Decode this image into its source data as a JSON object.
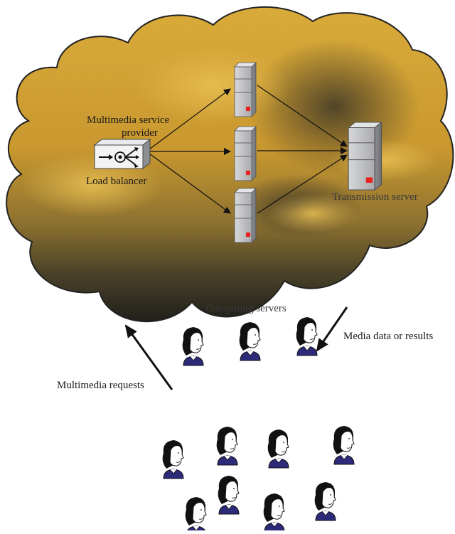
{
  "labels": {
    "provider_line1": "Multimedia service",
    "provider_line2": "provider",
    "load_balancer": "Load balancer",
    "transmission_server": "Transmission server",
    "computing_servers": "Computing servers",
    "media_data": "Media data or results",
    "multimedia_requests": "Multimedia requests"
  },
  "colors": {
    "cloud_light": "#d4a533",
    "cloud_dark": "#2b2a22",
    "server_body": "#b9babc",
    "server_led": "#e8201c",
    "user_shirt": "#2d2a7a"
  },
  "icons": [
    "cloud-icon",
    "load-balancer-icon",
    "server-icon",
    "user-icon"
  ],
  "users_count": 11
}
